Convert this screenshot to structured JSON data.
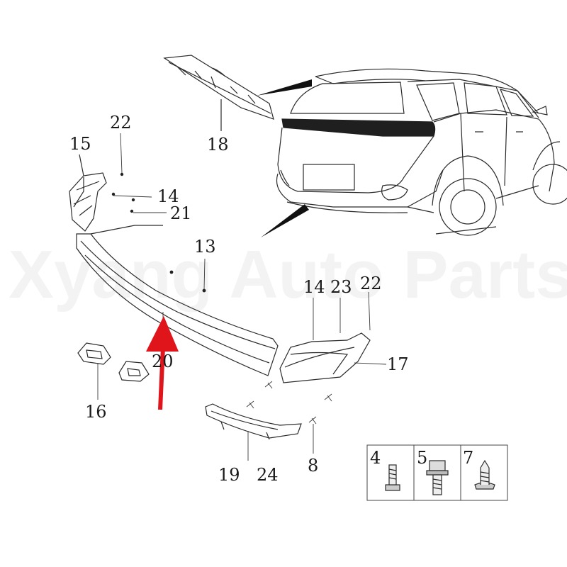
{
  "watermark": "Xyang Auto Parts",
  "callouts": {
    "c4": "4",
    "c5": "5",
    "c7": "7",
    "c8": "8",
    "c13": "13",
    "c14a": "14",
    "c14b": "14",
    "c15": "15",
    "c16": "16",
    "c17": "17",
    "c18": "18",
    "c19": "19",
    "c20": "20",
    "c21": "21",
    "c22a": "22",
    "c22b": "22",
    "c23": "23",
    "c24": "24"
  },
  "colors": {
    "pointer_arrow": "#e0141b",
    "lines": "#2a2a2a",
    "tail_light_bar": "#1f1f1f"
  }
}
